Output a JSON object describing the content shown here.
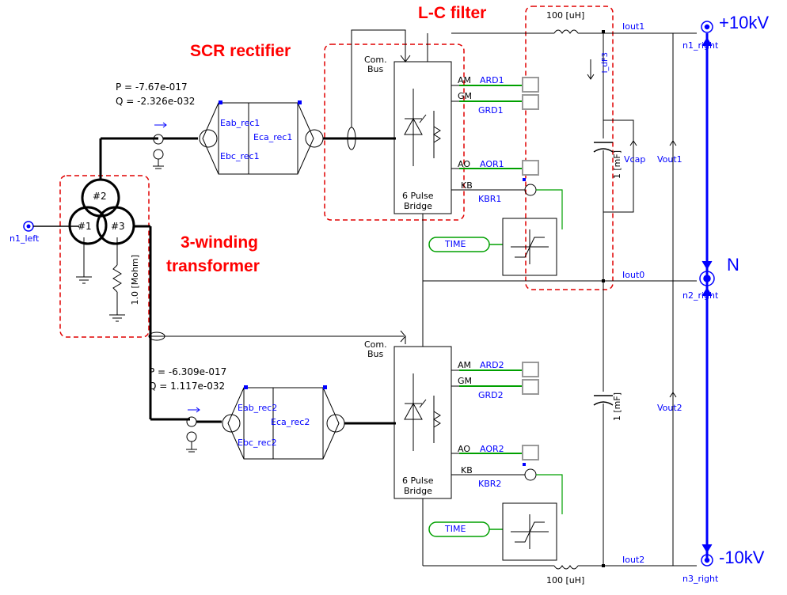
{
  "annotations": {
    "lc_filter": "L-C  filter",
    "scr_rectifier": "SCR  rectifier",
    "winding_line1": "3-winding",
    "winding_line2": "transformer"
  },
  "voltages": {
    "pos": "+10kV",
    "neutral": "N",
    "neg": "-10kV"
  },
  "nodes": {
    "n1_left": "n1_left",
    "n1_right": "n1_right",
    "n2_right": "n2_right",
    "n3_right": "n3_right"
  },
  "power_top": {
    "p": "P = -7.67e-017",
    "q": "Q = -2.326e-032"
  },
  "power_bottom": {
    "p": "P = -6.309e-017",
    "q": "Q = 1.117e-032"
  },
  "rect_top": {
    "eab": "Eab_rec1",
    "eca": "Eca_rec1",
    "ebc": "Ebc_rec1"
  },
  "rect_bottom": {
    "eab": "Eab_rec2",
    "eca": "Eca_rec2",
    "ebc": "Ebc_rec2"
  },
  "bridge": {
    "com": "Com.",
    "bus": "Bus",
    "am": "AM",
    "gm": "GM",
    "ao": "AO",
    "kb": "KB",
    "title1": "6 Pulse",
    "title2": "Bridge"
  },
  "signals_top": {
    "ard": "ARD1",
    "grd": "GRD1",
    "aor": "AOR1",
    "kbr": "KBR1"
  },
  "signals_bottom": {
    "ard": "ARD2",
    "grd": "GRD2",
    "aor": "AOR2",
    "kbr": "KBR2"
  },
  "time_label": "TIME",
  "inductor": "100 [uH]",
  "capacitor": "1 [mF]",
  "resistor": "1.0 [Mohm]",
  "winding_labels": [
    "#1",
    "#2",
    "#3"
  ],
  "outputs": {
    "iout1": "Iout1",
    "iout0": "Iout0",
    "iout2": "Iout2",
    "vcap": "Vcap",
    "vout1": "Vout1",
    "vout2": "Vout2",
    "idf": "I_dF3"
  }
}
